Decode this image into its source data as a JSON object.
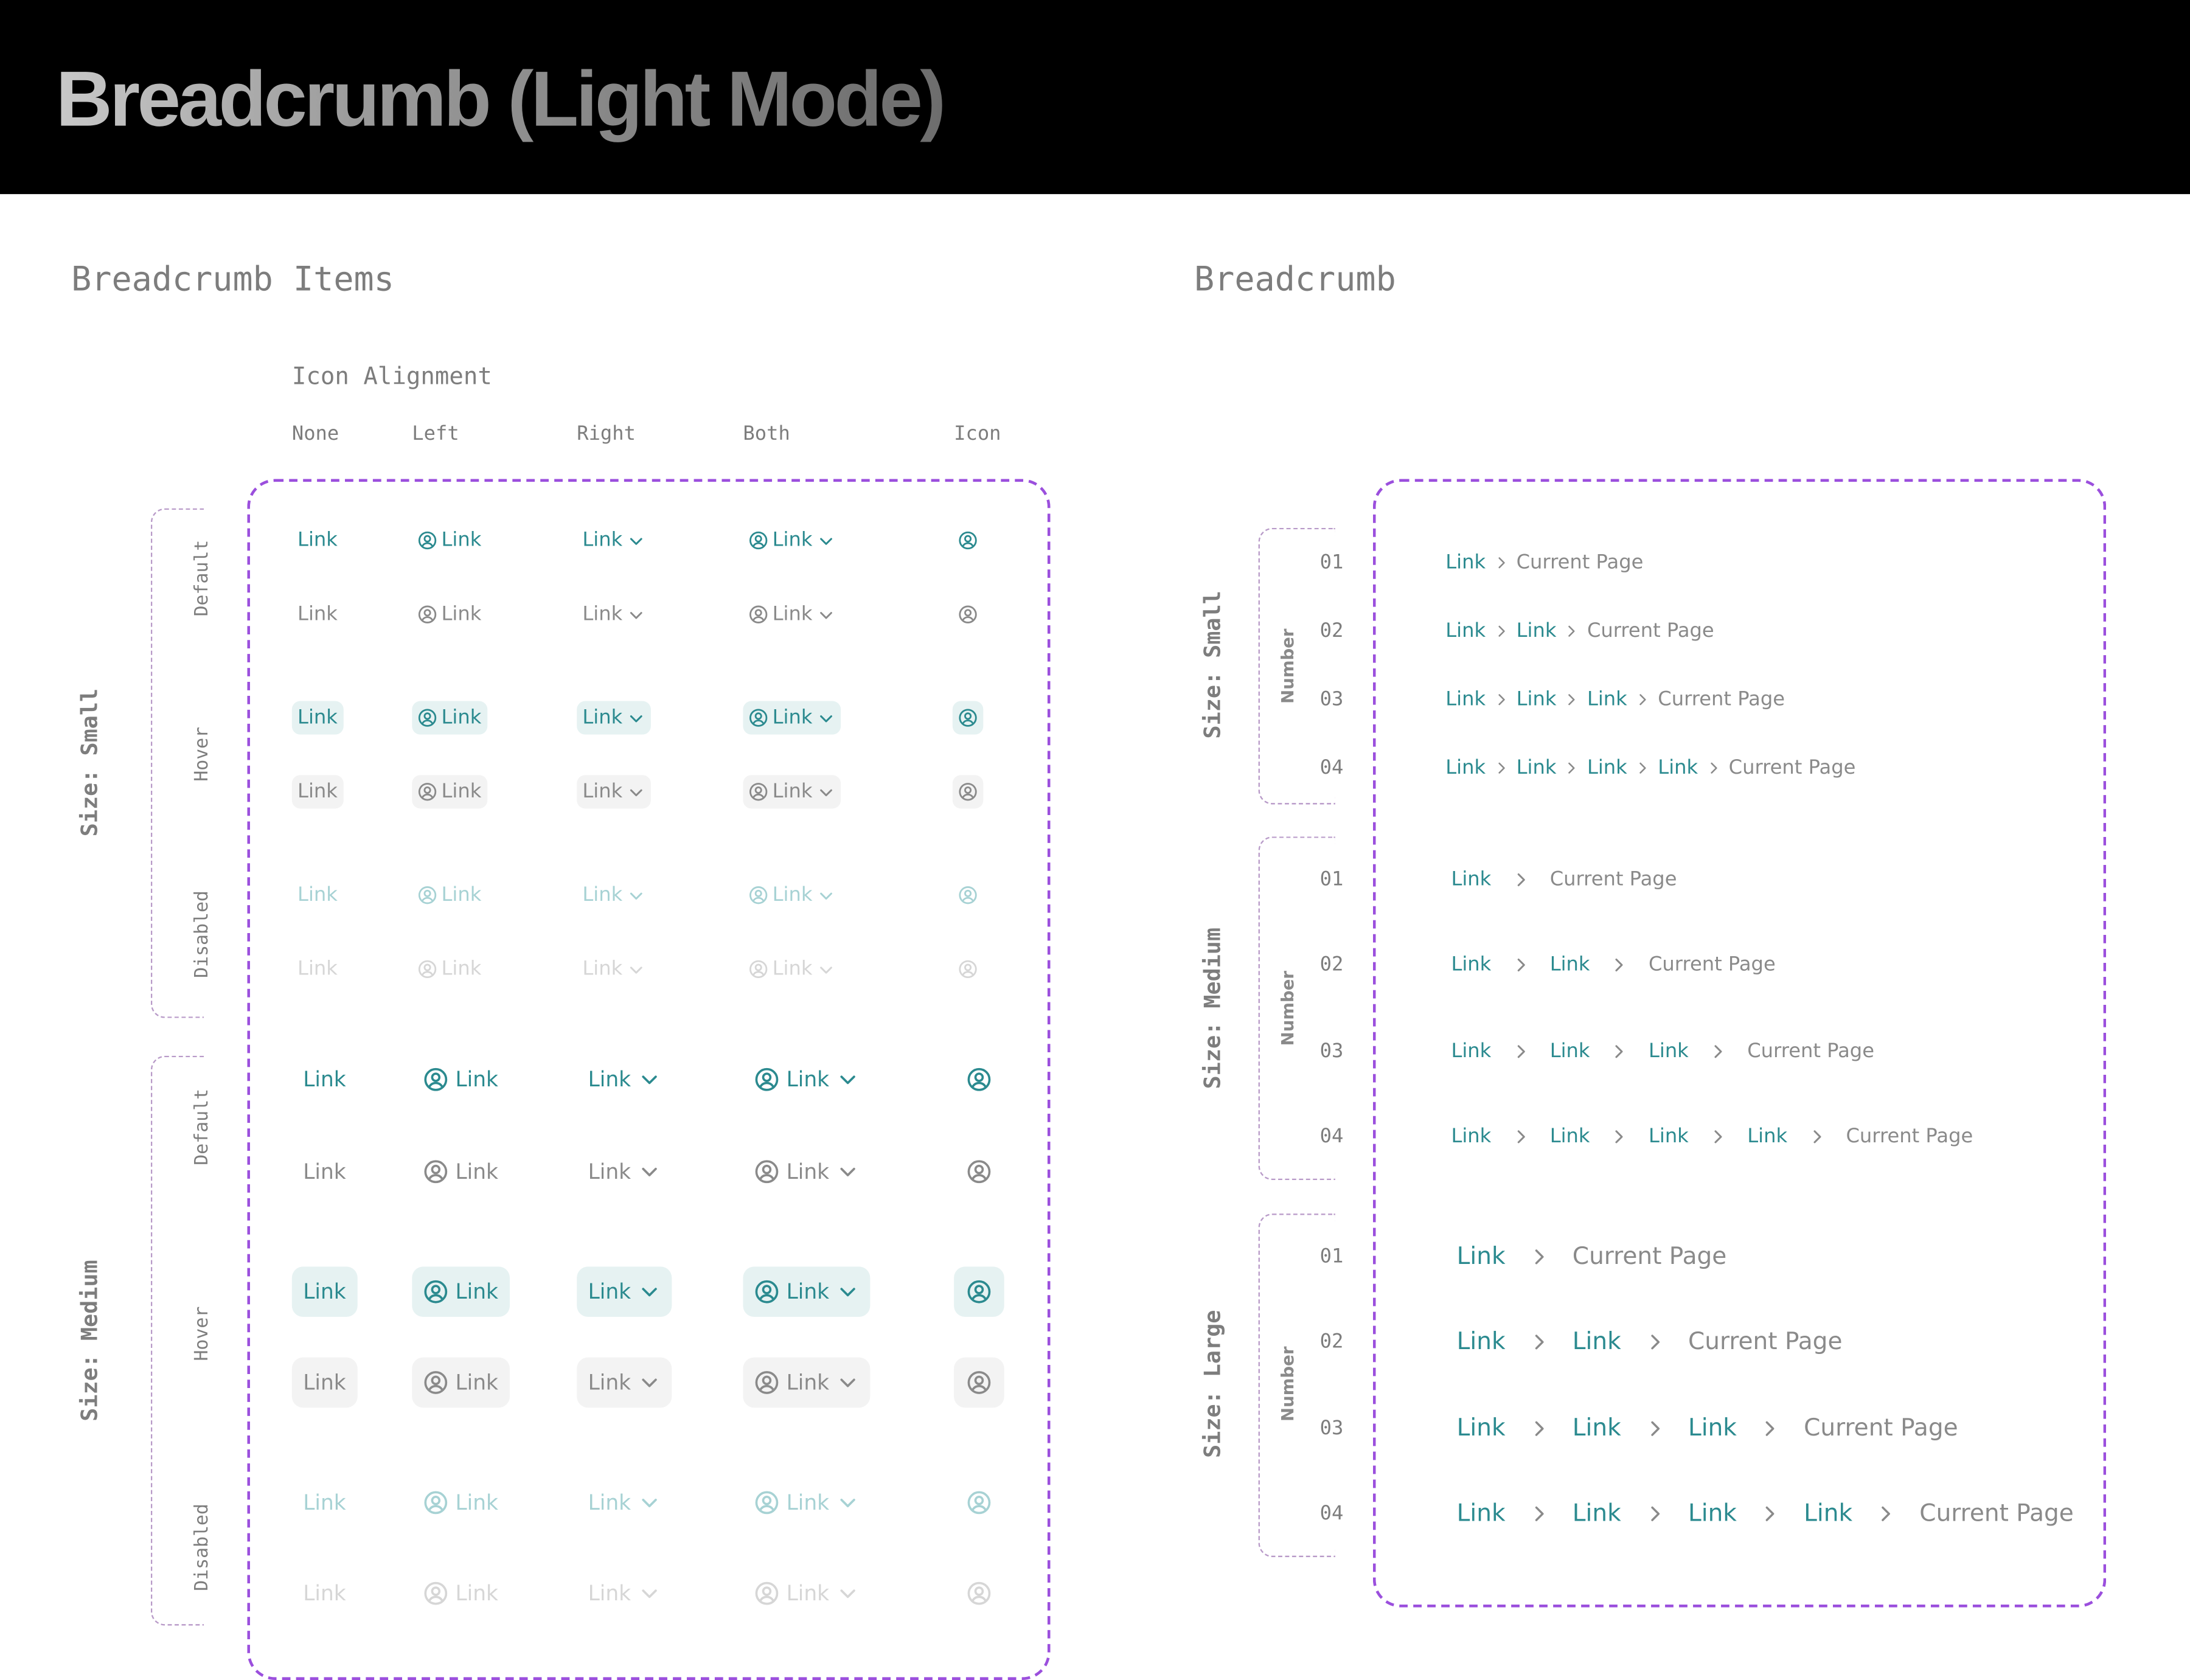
{
  "title": "Breadcrumb (Light Mode)",
  "items_section": {
    "title": "Breadcrumb Items",
    "subtitle": "Icon Alignment",
    "columns": [
      "None",
      "Left",
      "Right",
      "Both",
      "Icon"
    ],
    "sizes": [
      "Size: Small",
      "Size: Medium"
    ],
    "states": [
      "Default",
      "Hover",
      "Disabled"
    ],
    "link_label": "Link"
  },
  "breadcrumb_section": {
    "title": "Breadcrumb",
    "sizes": [
      "Size: Small",
      "Size: Medium",
      "Size: Large"
    ],
    "group_label": "Number",
    "numbers": [
      "01",
      "02",
      "03",
      "04"
    ],
    "link_label": "Link",
    "current_label": "Current Page"
  },
  "colors": {
    "accent": "#2b8a8f",
    "muted": "#8a8a8a",
    "accent_disabled": "#a7d2d4",
    "muted_disabled": "#d6d6d6",
    "hover_bg": "#e6f2f2",
    "frame": "#9b4fdd"
  },
  "icons": {
    "item_icon": "user-circle-icon",
    "trailing_icon": "chevron-down-icon",
    "separator_icon": "chevron-right-icon"
  }
}
